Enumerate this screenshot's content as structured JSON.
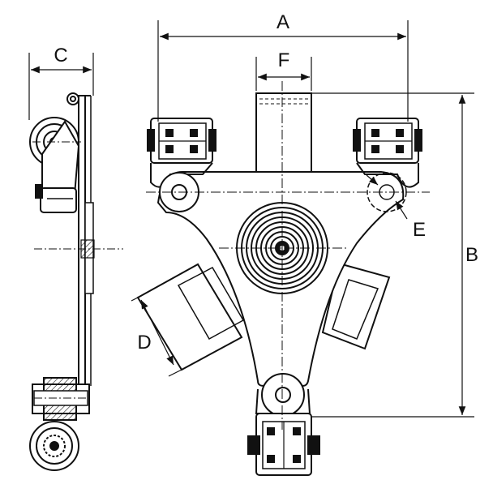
{
  "drawing": {
    "dimension_labels": {
      "a": "A",
      "b": "B",
      "c": "C",
      "d": "D",
      "e": "E",
      "f": "F"
    },
    "colors": {
      "line": "#111111",
      "background": "#ffffff"
    }
  }
}
